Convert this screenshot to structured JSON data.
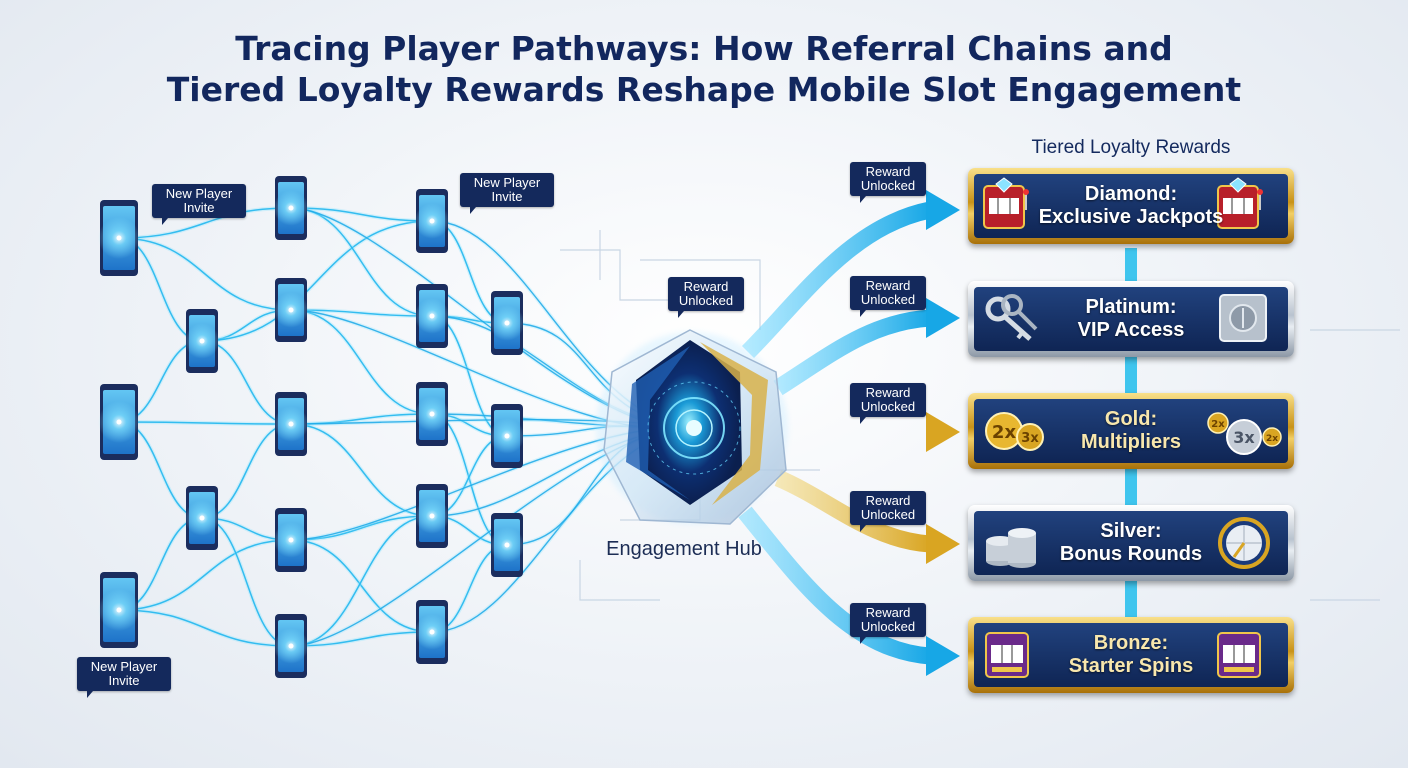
{
  "title": {
    "line1": "Tracing Player Pathways: How Referral Chains and",
    "line2": "Tiered Loyalty Rewards Reshape Mobile Slot Engagement"
  },
  "invite_bubbles": [
    "New Player Invite",
    "New Player Invite",
    "New Player Invite"
  ],
  "reward_bubble_label": "Reward Unlocked",
  "hub_label": "Engagement Hub",
  "tiers_heading": "Tiered Loyalty Rewards",
  "tiers": [
    {
      "name": "Diamond:",
      "reward": "Exclusive Jackpots",
      "icon": "slot-machine-icon"
    },
    {
      "name": "Platinum:",
      "reward": "VIP Access",
      "icon": "keys-icon"
    },
    {
      "name": "Gold:",
      "reward": "Multipliers",
      "icon": "multiplier-coins-icon"
    },
    {
      "name": "Silver:",
      "reward": "Bonus Rounds",
      "icon": "coin-stack-icon"
    },
    {
      "name": "Bronze:",
      "reward": "Starter Spins",
      "icon": "slot-machine-icon"
    }
  ],
  "multiplier_labels": [
    "2x",
    "3x"
  ],
  "colors": {
    "navy": "#12275e",
    "cyan": "#1fb6ea",
    "gold": "#e0b232",
    "silver": "#c4ccd6",
    "tier_panel": "#16326a"
  }
}
